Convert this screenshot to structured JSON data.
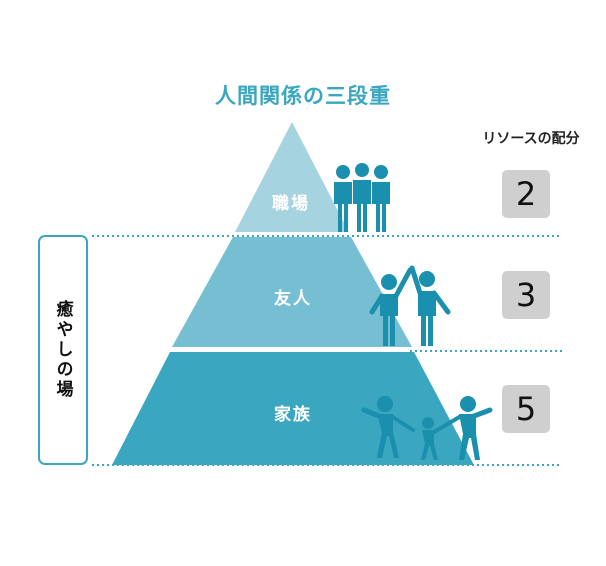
{
  "title": "人間関係の三段重",
  "resource_label": "リソースの配分",
  "side_label": "癒やしの場",
  "tiers": [
    {
      "label": "職場",
      "resource": "2"
    },
    {
      "label": "友人",
      "resource": "3"
    },
    {
      "label": "家族",
      "resource": "5"
    }
  ],
  "colors": {
    "top_tier": "#a5d4e0",
    "middle_tier": "#76bfd2",
    "bottom_tier": "#3aa6bf",
    "figure": "#1a8fae",
    "dotted_line": "#3aa6bf",
    "title": "#3aa6bf",
    "resource_box": "#cfcfcf"
  },
  "icons": [
    "business-people-icon",
    "high-five-friends-icon",
    "family-holding-hands-icon"
  ]
}
